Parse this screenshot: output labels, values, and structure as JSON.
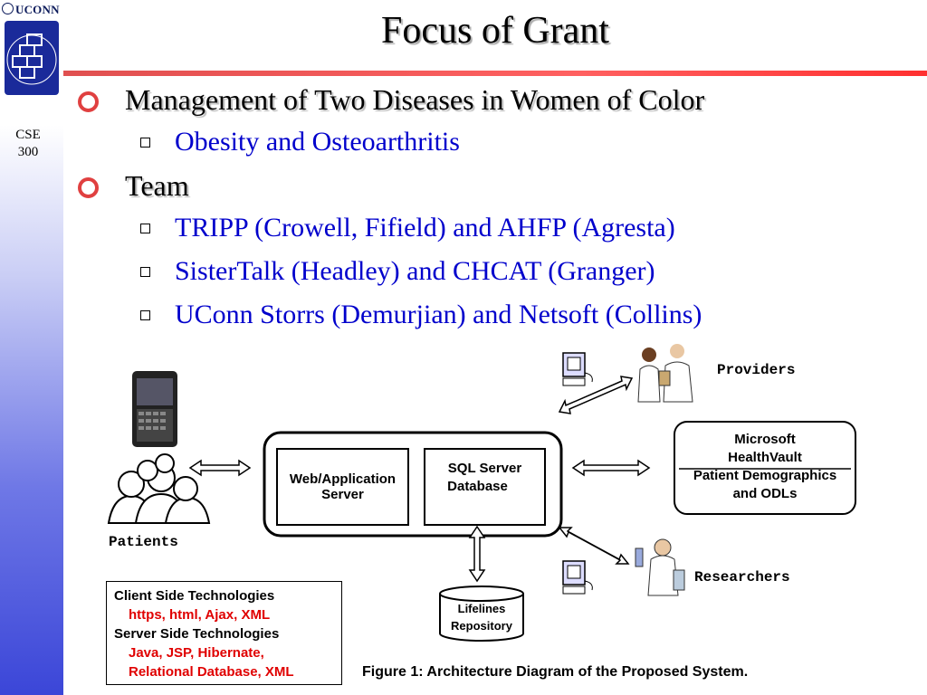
{
  "sidebar": {
    "brand": "UCONN",
    "course_line1": "CSE",
    "course_line2": "300"
  },
  "slide": {
    "title": "Focus of Grant",
    "bullets": [
      {
        "text": "Management of Two Diseases in Women of Color",
        "subitems": [
          "Obesity and Osteoarthritis"
        ]
      },
      {
        "text": "Team",
        "subitems": [
          "TRIPP (Crowell, Fifield) and AHFP (Agresta)",
          "SisterTalk (Headley) and CHCAT (Granger)",
          "UConn Storrs (Demurjian) and Netsoft (Collins)"
        ]
      }
    ]
  },
  "diagram": {
    "providers_label": "Providers",
    "researchers_label": "Researchers",
    "patients_label": "Patients",
    "web_server_line1": "Web/Application",
    "web_server_line2": "Server",
    "sql_line1": "SQL Server",
    "sql_line2": "Database",
    "healthvault_line1": "Microsoft",
    "healthvault_line2": "HealthVault",
    "healthvault_line3": "Patient Demographics",
    "healthvault_line4": "and ODLs",
    "lifelines_line1": "Lifelines",
    "lifelines_line2": "Repository"
  },
  "tech": {
    "client_heading": "Client Side Technologies",
    "client_list": "https, html, Ajax, XML",
    "server_heading": "Server Side Technologies",
    "server_list1": "Java, JSP, Hibernate,",
    "server_list2": "Relational Database, XML"
  },
  "caption": "Figure 1: Architecture Diagram of the Proposed System.",
  "colors": {
    "accent_red": "#e04040",
    "sub_bullet_blue": "#0000cc",
    "tech_red": "#e00000"
  }
}
